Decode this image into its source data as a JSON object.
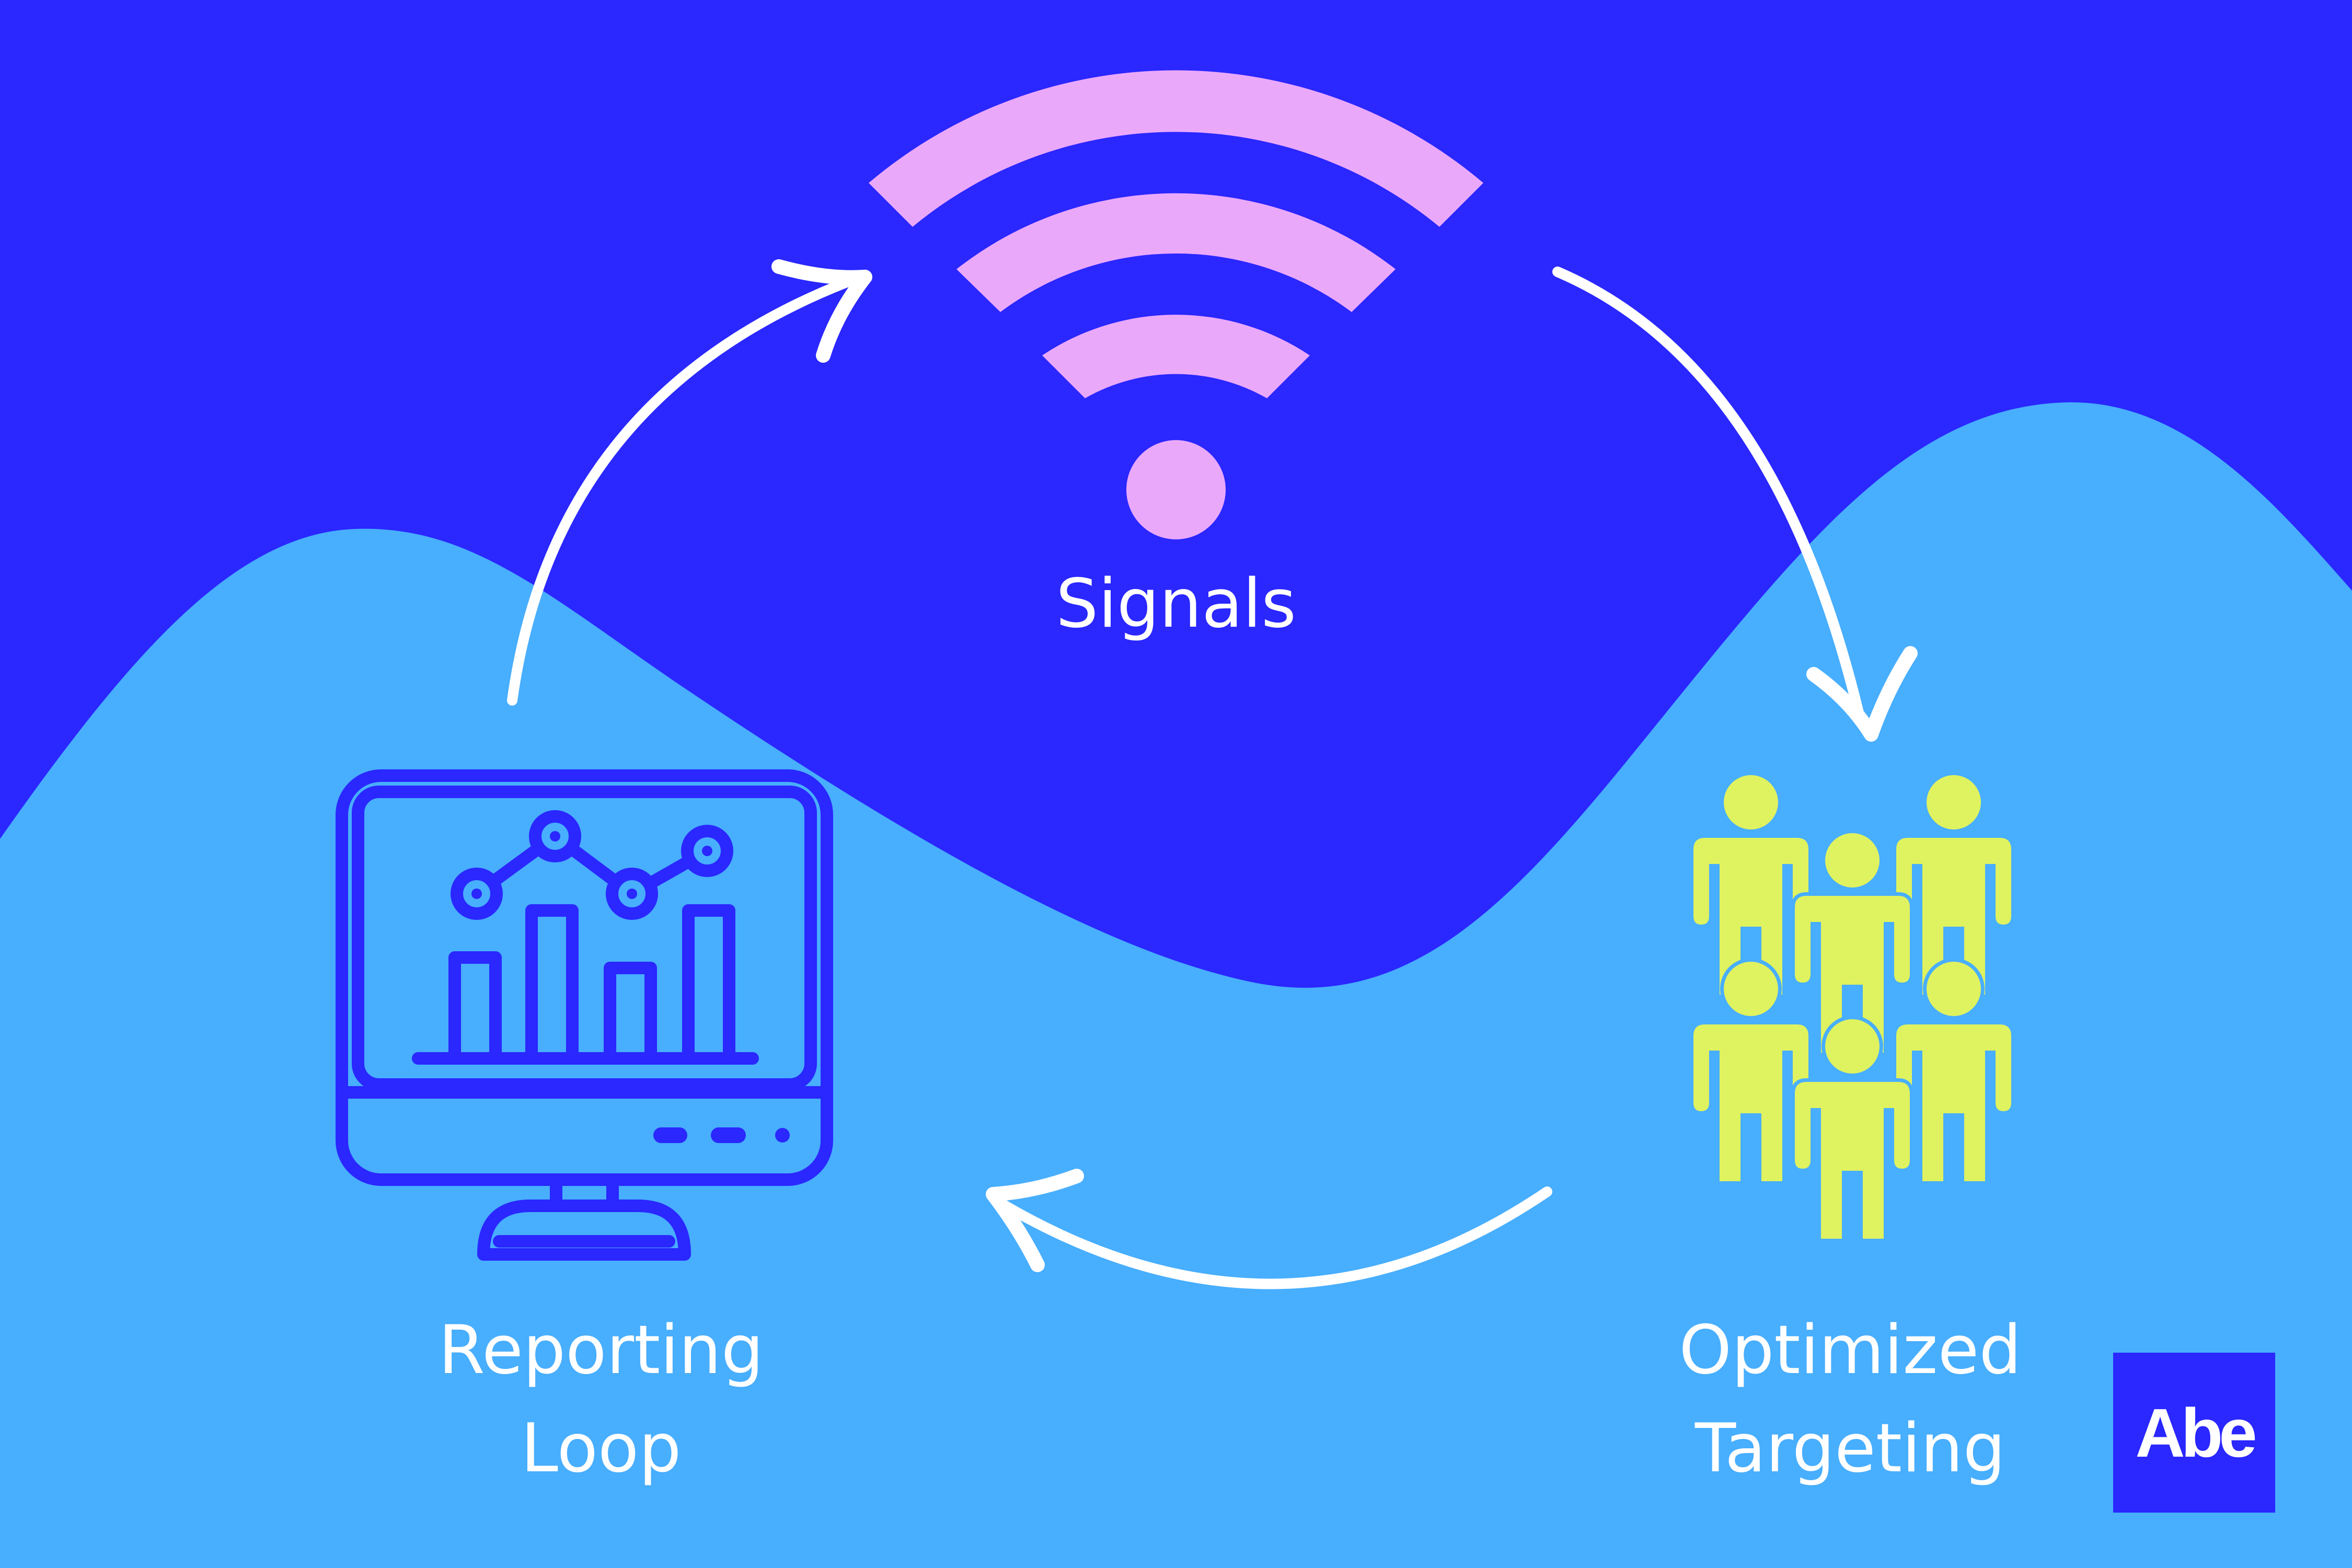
{
  "colors": {
    "background_top": "#2a27ff",
    "background_wave": "#48aefe",
    "signal_icon": "#eaa8fb",
    "people_icon": "#dff25f",
    "monitor_icon": "#2a27ff",
    "arrows": "#ffffff",
    "label_text": "#ffffff"
  },
  "nodes": {
    "signals": {
      "label": "Signals",
      "icon": "wifi-icon"
    },
    "targeting": {
      "label": "Optimized Targeting",
      "line1": "Optimized",
      "line2": "Targeting",
      "icon": "people-group-icon"
    },
    "reporting": {
      "label": "Reporting Loop",
      "line1": "Reporting",
      "line2": "Loop",
      "icon": "monitor-chart-icon"
    }
  },
  "flow": [
    {
      "from": "Signals",
      "to": "Optimized Targeting"
    },
    {
      "from": "Optimized Targeting",
      "to": "Reporting Loop"
    },
    {
      "from": "Reporting Loop",
      "to": "Signals"
    }
  ],
  "brand": {
    "logo_text": "Abe"
  }
}
